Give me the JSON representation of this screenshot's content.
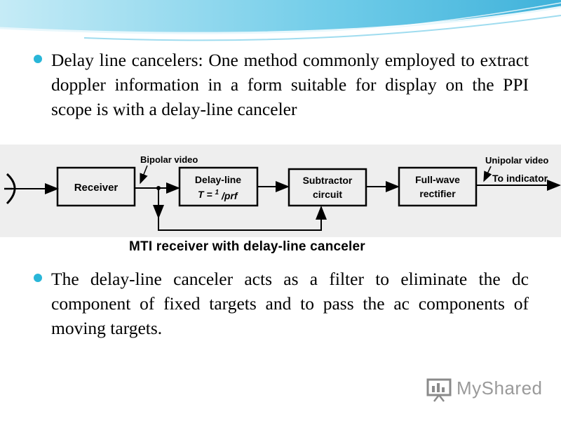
{
  "slide": {
    "bullets": [
      "Delay line cancelers: One method commonly employed to extract doppler information in a form suitable for display on the PPI scope is with a delay-line canceler",
      "The delay-line canceler acts as a filter to eliminate the dc component of fixed targets and to pass the ac components of moving targets."
    ],
    "diagram": {
      "blocks": {
        "receiver": "Receiver",
        "delay_line_l1": "Delay-line",
        "delay_line_t": "T =",
        "delay_line_one": "1",
        "delay_line_prf": "/prf",
        "subtractor_l1": "Subtractor",
        "subtractor_l2": "circuit",
        "rectifier_l1": "Full-wave",
        "rectifier_l2": "rectifier"
      },
      "labels": {
        "bipolar": "Bipolar video",
        "unipolar": "Unipolar video",
        "to_indicator": "To indicator"
      },
      "caption": "MTI receiver with delay-line canceler"
    },
    "logo": {
      "text": "MyShared",
      "icon": "presentation-screen-icon"
    },
    "accent_color": "#29b6d8"
  }
}
